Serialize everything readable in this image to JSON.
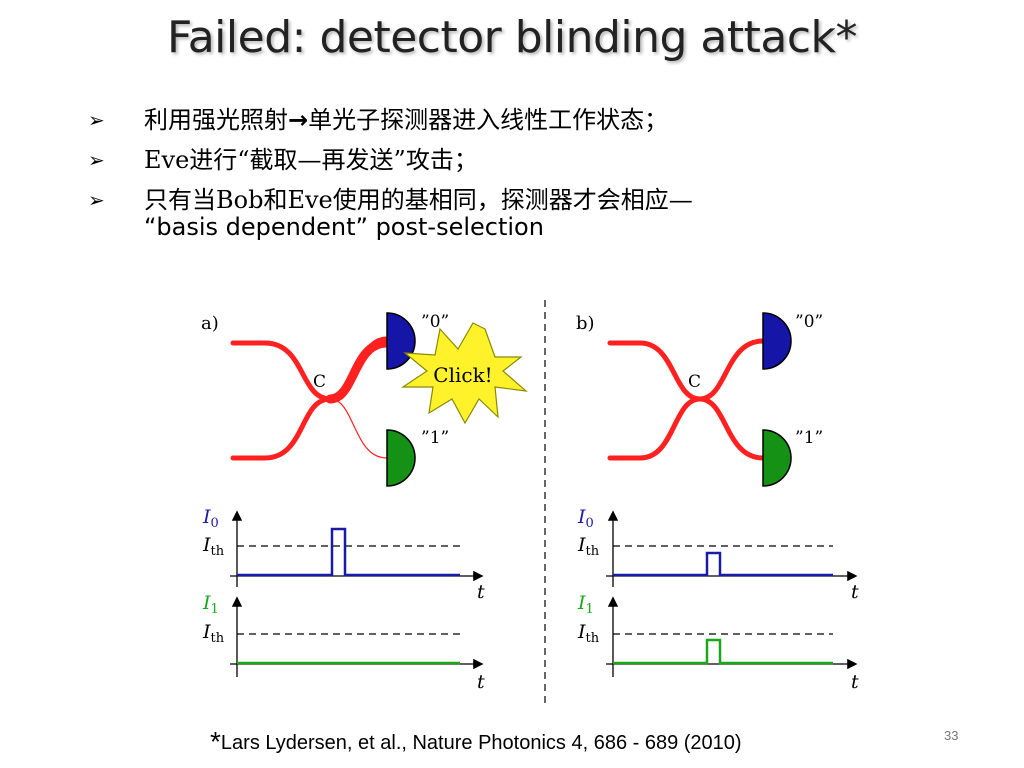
{
  "slide": {
    "title": "Failed: detector blinding attack*",
    "bullets": [
      {
        "text": "利用强光照射",
        "arrow": "→",
        "text2": "单光子探测器进入线性工作状态；"
      },
      {
        "text": "Eve进行“截取—再发送”攻击；"
      },
      {
        "text": "只有当Bob和Eve使用的基相同，探测器才会相应—",
        "continuation": "“basis dependent” post-selection"
      }
    ],
    "bullet_marker": "➢",
    "citation_star": "*",
    "citation": "Lars Lydersen, et al., Nature Photonics 4, 686 - 689 (2010)",
    "slide_number": "33"
  },
  "figure": {
    "panel_a": {
      "label": "a)",
      "coupler_label": "C",
      "detector0_label": "”0”",
      "detector1_label": "”1”",
      "burst_label": "Click!",
      "plot0": {
        "ylabel_main": "I",
        "ylabel_sub": "0",
        "thr_main": "I",
        "thr_sub": "th",
        "xlabel": "t"
      },
      "plot1": {
        "ylabel_main": "I",
        "ylabel_sub": "1",
        "thr_main": "I",
        "thr_sub": "th",
        "xlabel": "t"
      }
    },
    "panel_b": {
      "label": "b)",
      "coupler_label": "C",
      "detector0_label": "”0”",
      "detector1_label": "”1”",
      "plot0": {
        "ylabel_main": "I",
        "ylabel_sub": "0",
        "thr_main": "I",
        "thr_sub": "th",
        "xlabel": "t"
      },
      "plot1": {
        "ylabel_main": "I",
        "ylabel_sub": "1",
        "thr_main": "I",
        "thr_sub": "th",
        "xlabel": "t"
      }
    },
    "colors": {
      "fiber": "#ff2020",
      "detector0": "#1515a8",
      "detector1": "#159215",
      "trace0": "#1a1aa8",
      "trace1": "#1aa81a",
      "burst": "#fff22a"
    }
  }
}
